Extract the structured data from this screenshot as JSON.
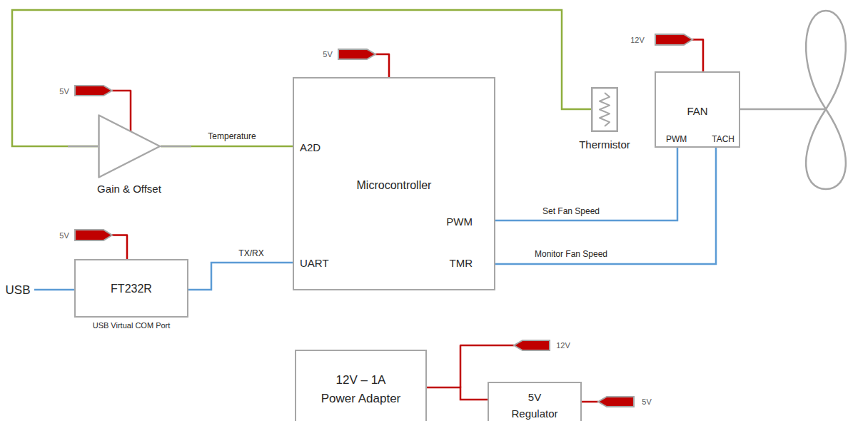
{
  "diagram": {
    "nodes": [
      {
        "text": [
          "Gain & Offset"
        ]
      },
      {
        "text": [
          "A2D",
          "Microcontroller",
          "PWM",
          "UART",
          "TMR"
        ]
      },
      {
        "text": [
          "Thermistor"
        ]
      },
      {
        "text": [
          "FAN",
          "PWM",
          "TACH"
        ]
      },
      {
        "text": [
          "FT232R",
          "USB Virtual COM Port"
        ]
      },
      {
        "text": [
          "12V – 1A Power Adapter"
        ]
      },
      {
        "text": [
          "5V Regulator"
        ]
      }
    ],
    "edges": [
      {
        "from": 2,
        "to": 0,
        "arrow": "none"
      },
      {
        "from": 0,
        "to": 1,
        "label": "Temperature",
        "arrow": "none"
      },
      {
        "from": 4,
        "to": 1,
        "label": "TX/RX",
        "arrow": "none"
      },
      {
        "from": 1,
        "to": 3,
        "label": "Set Fan Speed",
        "arrow": "none"
      },
      {
        "from": 1,
        "to": 3,
        "label": "Monitor Fan Speed",
        "arrow": "none"
      },
      {
        "from": 5,
        "to": 6,
        "arrow": "none"
      }
    ],
    "labels": [
      "12V",
      "5V",
      "5V",
      "5V",
      "USB",
      "12V",
      "5V"
    ]
  }
}
